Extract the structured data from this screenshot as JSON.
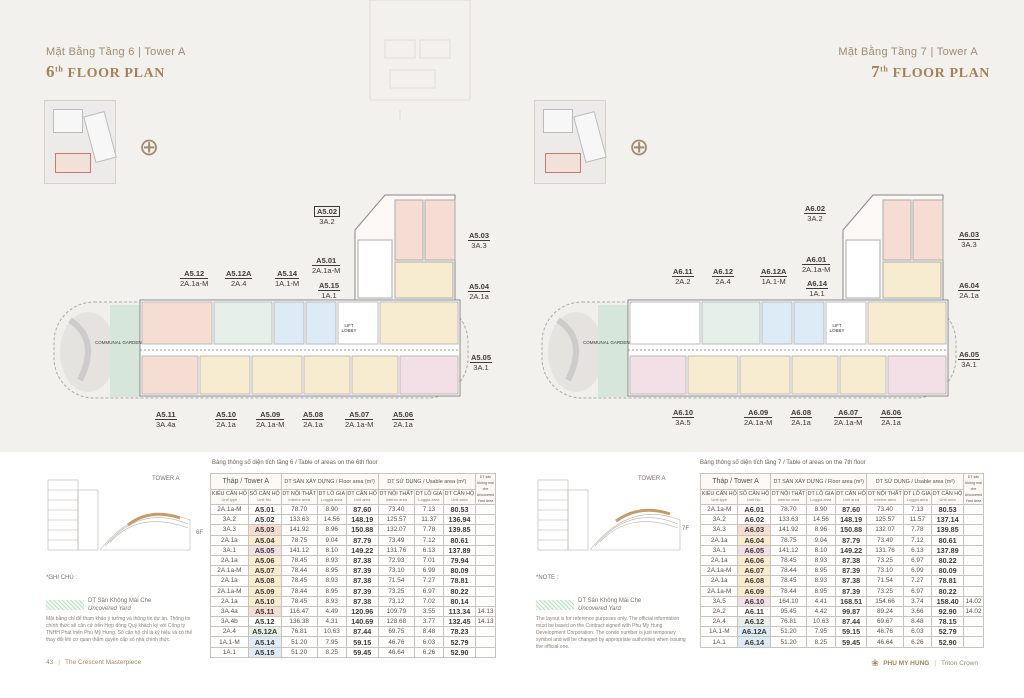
{
  "left": {
    "header_sub": "Mặt Bằng Tầng 6  |  Tower A",
    "title_num": "6",
    "title_sup": "th",
    "title_rest": " FLOOR PLAN",
    "units": [
      {
        "code": "A5.02",
        "type": "3A.2",
        "boxed": true
      },
      {
        "code": "A5.03",
        "type": "3A.3"
      },
      {
        "code": "A5.01",
        "type": "2A.1a-M"
      },
      {
        "code": "A5.15",
        "type": "1A.1"
      },
      {
        "code": "A5.04",
        "type": "2A.1a"
      },
      {
        "code": "A5.12",
        "type": "2A.1a-M"
      },
      {
        "code": "A5.12A",
        "type": "2A.4"
      },
      {
        "code": "A5.14",
        "type": "1A.1-M"
      },
      {
        "code": "A5.05",
        "type": "3A.1"
      },
      {
        "code": "A5.11",
        "type": "3A.4a"
      },
      {
        "code": "A5.10",
        "type": "2A.1a"
      },
      {
        "code": "A5.09",
        "type": "2A.1a-M"
      },
      {
        "code": "A5.08",
        "type": "2A.1a"
      },
      {
        "code": "A5.07",
        "type": "2A.1a-M"
      },
      {
        "code": "A5.06",
        "type": "2A.1a"
      }
    ],
    "garden_label": "COMMUNAL GARDEN",
    "lift_label": "LIFT LOBBY",
    "table_caption": "Bảng thông số diện tích tầng 6 / Table of areas on the 6th floor",
    "tower_label": "TOWER A",
    "floor_marker": "6F",
    "note_title": "*GHI CHÚ :",
    "legend_vi": "DT Sân Không Mái Che",
    "legend_en": "Uncovered Yard",
    "note_body": "Mặt bằng chỉ để tham khảo ý tưởng và thông tin dự án. Thông tin chính thức sẽ căn cứ trên Hợp đồng Quý khách ký với Công ty TNHH Phát triển Phú Mỹ Hưng. Số căn hộ chỉ là ký hiệu và có thể thay đổi khi cơ quan thẩm quyền cấp số nhà chính thức.",
    "headers": {
      "tower": "Tháp / Tower A",
      "type": "KIỂU CĂN HỘ",
      "type_en": "Unit type",
      "unit": "SỐ CĂN HỘ",
      "unit_en": "Unit No.",
      "built": "DT SÀN XÂY DỰNG / Floor area (m²)",
      "usable": "DT SỬ DỤNG / Usable area (m²)",
      "interior": "DT NỘI THẤT",
      "interior_en": "Interior area",
      "loggia": "DT LÔ GIA",
      "loggia_en": "Loggia area",
      "total": "DT CĂN HỘ",
      "total_en": "Unit area",
      "yard": "DT sân không mái che Uncovered Yard Area"
    },
    "rows": [
      {
        "type": "2A.1a-M",
        "unit": "A5.01",
        "b_int": "78.70",
        "b_log": "8.90",
        "b_tot": "87.60",
        "u_int": "73.40",
        "u_log": "7.13",
        "u_tot": "80.53",
        "yard": "",
        "color": "#ffffff"
      },
      {
        "type": "3A.2",
        "unit": "A5.02",
        "b_int": "133.63",
        "b_log": "14.56",
        "b_tot": "148.19",
        "u_int": "125.57",
        "u_log": "11.37",
        "u_tot": "136.94",
        "yard": "",
        "color": "#ffffff"
      },
      {
        "type": "3A.3",
        "unit": "A5.03",
        "b_int": "141.92",
        "b_log": "8.96",
        "b_tot": "150.88",
        "u_int": "132.07",
        "u_log": "7.78",
        "u_tot": "139.85",
        "yard": "",
        "color": "#f6ddd3"
      },
      {
        "type": "2A.1a",
        "unit": "A5.04",
        "b_int": "78.75",
        "b_log": "9.04",
        "b_tot": "87.79",
        "u_int": "73.49",
        "u_log": "7.12",
        "u_tot": "80.61",
        "yard": "",
        "color": "#f8ecd0"
      },
      {
        "type": "3A.1",
        "unit": "A5.05",
        "b_int": "141.12",
        "b_log": "8.10",
        "b_tot": "149.22",
        "u_int": "131.76",
        "u_log": "6.13",
        "u_tot": "137.89",
        "yard": "",
        "color": "#f3dfe6"
      },
      {
        "type": "2A.1a",
        "unit": "A5.06",
        "b_int": "78.45",
        "b_log": "8.93",
        "b_tot": "87.38",
        "u_int": "72.93",
        "u_log": "7.01",
        "u_tot": "79.94",
        "yard": "",
        "color": "#f8ecd0"
      },
      {
        "type": "2A.1a-M",
        "unit": "A5.07",
        "b_int": "78.44",
        "b_log": "8.95",
        "b_tot": "87.39",
        "u_int": "73.10",
        "u_log": "6.99",
        "u_tot": "80.09",
        "yard": "",
        "color": "#f8ecd0"
      },
      {
        "type": "2A.1a",
        "unit": "A5.08",
        "b_int": "78.45",
        "b_log": "8.93",
        "b_tot": "87.38",
        "u_int": "71.54",
        "u_log": "7.27",
        "u_tot": "78.81",
        "yard": "",
        "color": "#f8ecd0"
      },
      {
        "type": "2A.1a-M",
        "unit": "A5.09",
        "b_int": "78.44",
        "b_log": "8.95",
        "b_tot": "87.39",
        "u_int": "73.25",
        "u_log": "6.97",
        "u_tot": "80.22",
        "yard": "",
        "color": "#f8ecd0"
      },
      {
        "type": "2A.1a",
        "unit": "A5.10",
        "b_int": "78.45",
        "b_log": "8.93",
        "b_tot": "87.38",
        "u_int": "73.12",
        "u_log": "7.02",
        "u_tot": "80.14",
        "yard": "",
        "color": "#f8ecd0"
      },
      {
        "type": "3A.4a",
        "unit": "A5.11",
        "b_int": "116.47",
        "b_log": "4.49",
        "b_tot": "120.96",
        "u_int": "109.79",
        "u_log": "3.55",
        "u_tot": "113.34",
        "yard": "14.13",
        "color": "#f6ddd3"
      },
      {
        "type": "3A.4b",
        "unit": "A5.12",
        "b_int": "136.38",
        "b_log": "4.31",
        "b_tot": "140.69",
        "u_int": "128.68",
        "u_log": "3.77",
        "u_tot": "132.45",
        "yard": "14.13",
        "color": "#ffffff"
      },
      {
        "type": "2A.4",
        "unit": "A5.12A",
        "b_int": "76.81",
        "b_log": "10.63",
        "b_tot": "87.44",
        "u_int": "69.75",
        "u_log": "8.48",
        "u_tot": "78.23",
        "yard": "",
        "color": "#e6f0ea"
      },
      {
        "type": "1A.1-M",
        "unit": "A5.14",
        "b_int": "51.20",
        "b_log": "7.95",
        "b_tot": "59.15",
        "u_int": "46.76",
        "u_log": "6.03",
        "u_tot": "52.79",
        "yard": "",
        "color": "#dcebf5"
      },
      {
        "type": "1A.1",
        "unit": "A5.15",
        "b_int": "51.20",
        "b_log": "8.25",
        "b_tot": "59.45",
        "u_int": "46.64",
        "u_log": "6.26",
        "u_tot": "52.90",
        "yard": "",
        "color": "#dcebf5"
      }
    ],
    "footer_page": "43",
    "footer_text": "The Crescent Masterpiece"
  },
  "right": {
    "header_sub": "Mặt Bằng Tầng 7  |  Tower A",
    "title_num": "7",
    "title_sup": "th",
    "title_rest": " FLOOR PLAN",
    "units": [
      {
        "code": "A6.02",
        "type": "3A.2"
      },
      {
        "code": "A6.03",
        "type": "3A.3"
      },
      {
        "code": "A6.01",
        "type": "2A.1a-M"
      },
      {
        "code": "A6.14",
        "type": "1A.1"
      },
      {
        "code": "A6.04",
        "type": "2A.1a"
      },
      {
        "code": "A6.11",
        "type": "2A.2"
      },
      {
        "code": "A6.12",
        "type": "2A.4"
      },
      {
        "code": "A6.12A",
        "type": "1A.1-M"
      },
      {
        "code": "A6.05",
        "type": "3A.1"
      },
      {
        "code": "A6.10",
        "type": "3A.5"
      },
      {
        "code": "A6.09",
        "type": "2A.1a-M"
      },
      {
        "code": "A6.08",
        "type": "2A.1a"
      },
      {
        "code": "A6.07",
        "type": "2A.1a-M"
      },
      {
        "code": "A6.06",
        "type": "2A.1a"
      }
    ],
    "garden_label": "COMMUNAL GARDEN",
    "lift_label": "LIFT LOBBY",
    "table_caption": "Bảng thông số diện tích tầng 7 / Table of areas on the 7th floor",
    "tower_label": "TOWER A",
    "floor_marker": "7F",
    "note_title": "*NOTE :",
    "legend_vi": "DT Sân Không Mái Che",
    "legend_en": "Uncovered Yard",
    "note_body": "The layout is for reference purposes only. The official information must be based on the Contract signed with Phu My Hung Development Corporation. The condo number is just temporary symbol and will be changed by appropriate authorities when issuing the official one.",
    "headers": {
      "tower": "Tháp / Tower A",
      "type": "KIỂU CĂN HỘ",
      "type_en": "Unit type",
      "unit": "SỐ CĂN HỘ",
      "unit_en": "Unit No.",
      "built": "DT SÀN XÂY DỰNG / Floor area (m²)",
      "usable": "DT SỬ DỤNG / Usable area (m²)",
      "interior": "DT NỘI THẤT",
      "interior_en": "Interior area",
      "loggia": "DT LÔ GIA",
      "loggia_en": "Loggia area",
      "total": "DT CĂN HỘ",
      "total_en": "Unit area",
      "yard": "DT sân không mái che Uncovered Yard Area"
    },
    "rows": [
      {
        "type": "2A.1a-M",
        "unit": "A6.01",
        "b_int": "78.70",
        "b_log": "8.90",
        "b_tot": "87.60",
        "u_int": "73.40",
        "u_log": "7.13",
        "u_tot": "80.53",
        "yard": "",
        "color": "#ffffff"
      },
      {
        "type": "3A.2",
        "unit": "A6.02",
        "b_int": "133.63",
        "b_log": "14.56",
        "b_tot": "148.19",
        "u_int": "125.57",
        "u_log": "11.57",
        "u_tot": "137.14",
        "yard": "",
        "color": "#ffffff"
      },
      {
        "type": "3A.3",
        "unit": "A6.03",
        "b_int": "141.92",
        "b_log": "8.96",
        "b_tot": "150.88",
        "u_int": "132.07",
        "u_log": "7.78",
        "u_tot": "139.85",
        "yard": "",
        "color": "#f6ddd3"
      },
      {
        "type": "2A.1a",
        "unit": "A6.04",
        "b_int": "78.75",
        "b_log": "9.04",
        "b_tot": "87.79",
        "u_int": "73.49",
        "u_log": "7.12",
        "u_tot": "80.61",
        "yard": "",
        "color": "#f8ecd0"
      },
      {
        "type": "3A.1",
        "unit": "A6.05",
        "b_int": "141.12",
        "b_log": "8.10",
        "b_tot": "149.22",
        "u_int": "131.76",
        "u_log": "6.13",
        "u_tot": "137.89",
        "yard": "",
        "color": "#f3dfe6"
      },
      {
        "type": "2A.1a",
        "unit": "A6.06",
        "b_int": "78.45",
        "b_log": "8.93",
        "b_tot": "87.38",
        "u_int": "73.25",
        "u_log": "6.97",
        "u_tot": "80.22",
        "yard": "",
        "color": "#f8ecd0"
      },
      {
        "type": "2A.1a-M",
        "unit": "A6.07",
        "b_int": "78.44",
        "b_log": "8.95",
        "b_tot": "87.39",
        "u_int": "73.10",
        "u_log": "6.99",
        "u_tot": "80.09",
        "yard": "",
        "color": "#f8ecd0"
      },
      {
        "type": "2A.1a",
        "unit": "A6.08",
        "b_int": "78.45",
        "b_log": "8.93",
        "b_tot": "87.38",
        "u_int": "71.54",
        "u_log": "7.27",
        "u_tot": "78.81",
        "yard": "",
        "color": "#f8ecd0"
      },
      {
        "type": "2A.1a-M",
        "unit": "A6.09",
        "b_int": "78.44",
        "b_log": "8.95",
        "b_tot": "87.39",
        "u_int": "73.25",
        "u_log": "6.97",
        "u_tot": "80.22",
        "yard": "",
        "color": "#f8ecd0"
      },
      {
        "type": "3A.5",
        "unit": "A6.10",
        "b_int": "164.10",
        "b_log": "4.41",
        "b_tot": "168.51",
        "u_int": "154.66",
        "u_log": "3.74",
        "u_tot": "158.40",
        "yard": "14.02",
        "color": "#f3dfe6"
      },
      {
        "type": "2A.2",
        "unit": "A6.11",
        "b_int": "95.45",
        "b_log": "4.42",
        "b_tot": "99.87",
        "u_int": "89.24",
        "u_log": "3.66",
        "u_tot": "92.90",
        "yard": "14.02",
        "color": "#ffffff"
      },
      {
        "type": "2A.4",
        "unit": "A6.12",
        "b_int": "76.81",
        "b_log": "10.63",
        "b_tot": "87.44",
        "u_int": "69.67",
        "u_log": "8.48",
        "u_tot": "78.15",
        "yard": "",
        "color": "#e6f0ea"
      },
      {
        "type": "1A.1-M",
        "unit": "A6.12A",
        "b_int": "51.20",
        "b_log": "7.95",
        "b_tot": "59.15",
        "u_int": "46.76",
        "u_log": "6.03",
        "u_tot": "52.79",
        "yard": "",
        "color": "#dcebf5"
      },
      {
        "type": "1A.1",
        "unit": "A6.14",
        "b_int": "51.20",
        "b_log": "8.25",
        "b_tot": "59.45",
        "u_int": "46.64",
        "u_log": "6.26",
        "u_tot": "52.90",
        "yard": "",
        "color": "#dcebf5"
      }
    ],
    "footer_brand": "PHU MY HUNG",
    "footer_text": "Triton Crown"
  }
}
